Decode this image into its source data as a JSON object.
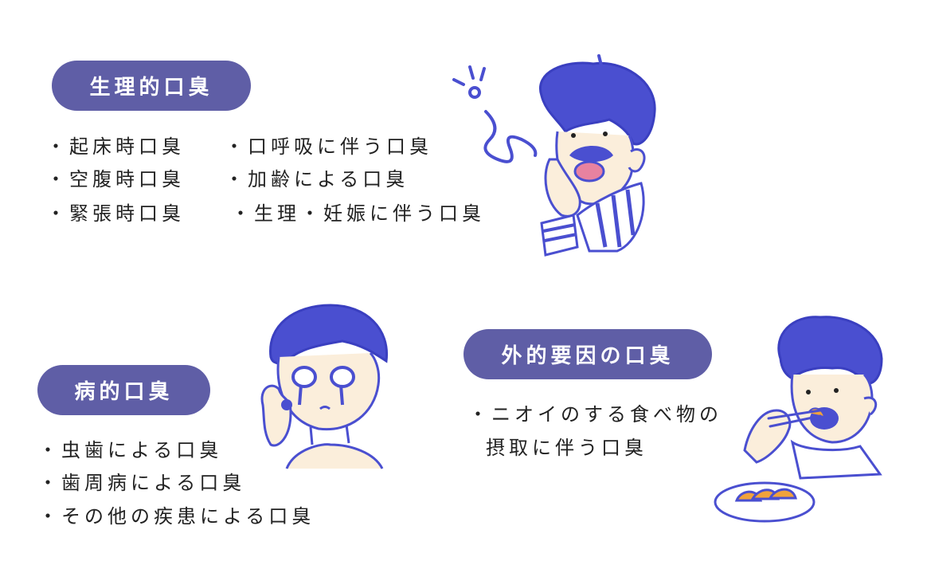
{
  "physiological": {
    "title": "生理的口臭",
    "items": [
      "・起床時口臭",
      "・空腹時口臭",
      "・緊張時口臭",
      "・口呼吸に伴う口臭",
      "・加齢による口臭",
      "・生理・妊娠に伴う口臭"
    ]
  },
  "pathological": {
    "title": "病的口臭",
    "items": [
      "・虫歯による口臭",
      "・歯周病による口臭",
      "・その他の疾患による口臭"
    ]
  },
  "external": {
    "title": "外的要因の口臭",
    "items": [
      "・ニオイのする食べ物の",
      "摂取に伴う口臭"
    ]
  },
  "colors": {
    "pill": "#5f5ea6",
    "hair": "#4a4fd0",
    "skin": "#fbeedb",
    "gyoza": "#f0a23c"
  },
  "illustrations": [
    "breath-check-man-illustration",
    "crying-man-illustration",
    "eating-gyoza-man-illustration"
  ]
}
